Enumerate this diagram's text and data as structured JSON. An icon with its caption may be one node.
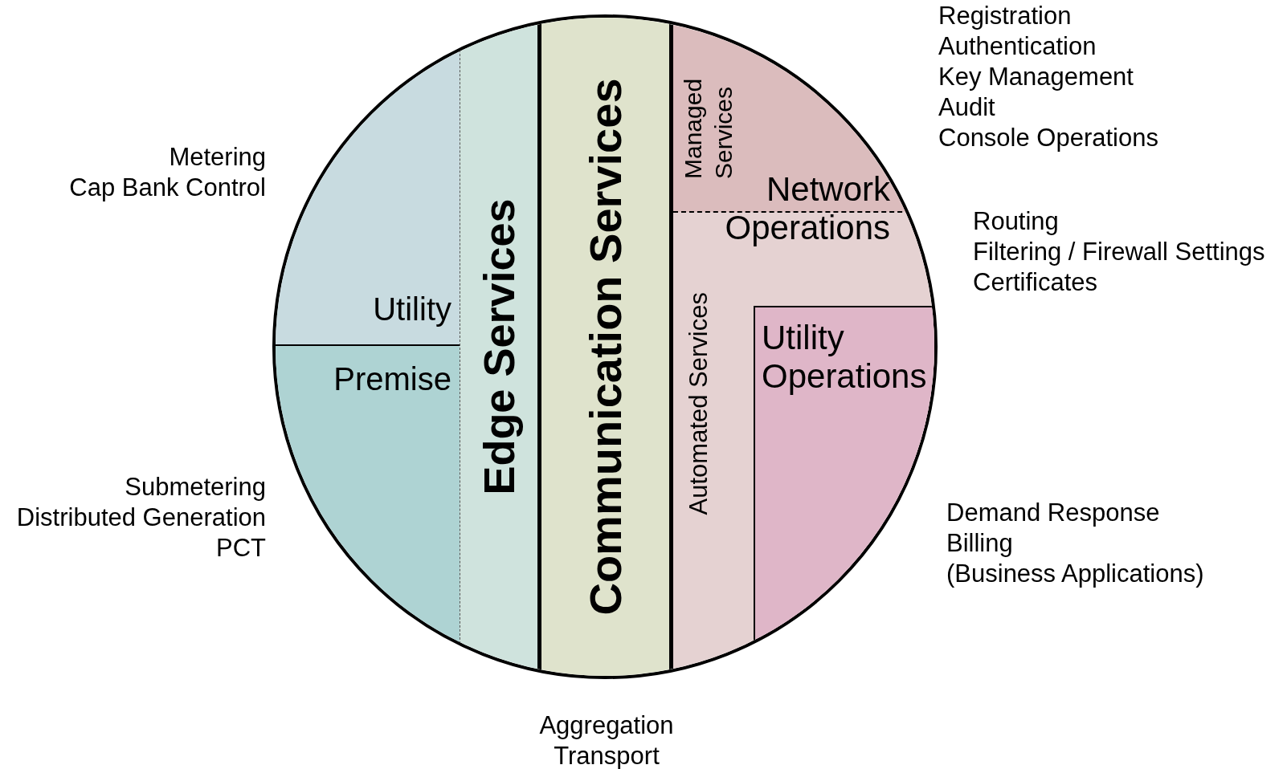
{
  "diagram": {
    "nodes": [
      {
        "text": [
          "Utility"
        ],
        "beside": [
          "Metering",
          "Cap Bank Control"
        ]
      },
      {
        "text": [
          "Premise"
        ],
        "beside": [
          "Submetering",
          "Distributed Generation",
          "PCT"
        ]
      },
      {
        "text": [
          "Edge Services"
        ]
      },
      {
        "text": [
          "Communication Services"
        ],
        "beside": [
          "Aggregation",
          "Transport"
        ]
      },
      {
        "text": [
          "Network Operations"
        ]
      },
      {
        "text": [
          "Managed Services"
        ],
        "in": 4,
        "beside": [
          "Registration",
          "Authentication",
          "Key Management",
          "Audit",
          "Console Operations"
        ]
      },
      {
        "text": [
          "Automated Services"
        ],
        "in": 4,
        "beside": [
          "Routing",
          "Filtering / Firewall Settings",
          "Certificates"
        ]
      },
      {
        "text": [
          "Utility Operations"
        ],
        "in": 4,
        "beside": [
          "Demand Response",
          "Billing",
          "(Business Applications)"
        ]
      }
    ]
  }
}
